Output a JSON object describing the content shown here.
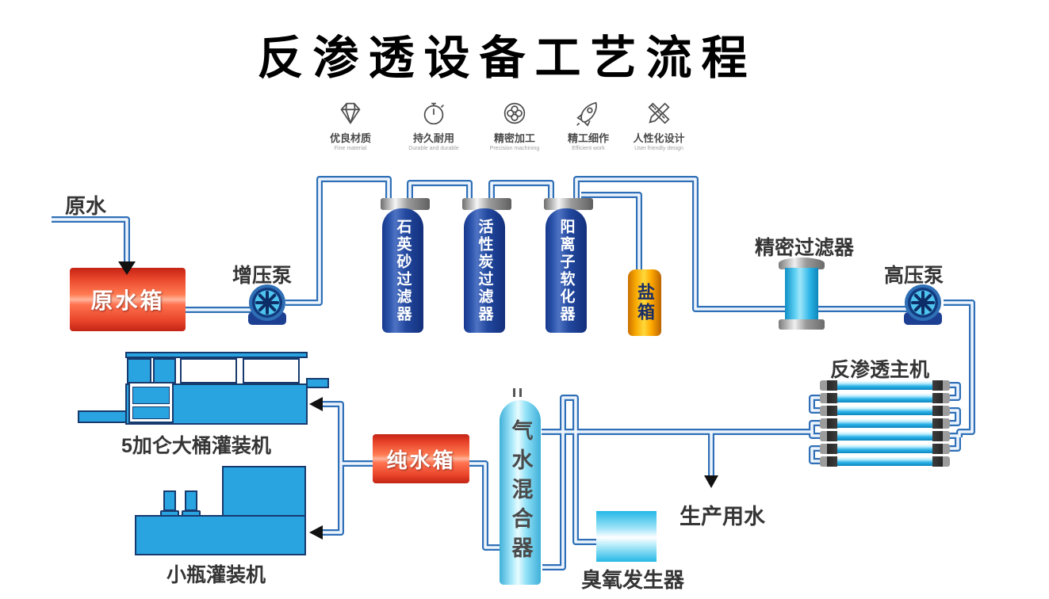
{
  "title": "反渗透设备工艺流程",
  "features": [
    {
      "icon": "diamond-icon",
      "label": "优良材质",
      "sub": "Fine material"
    },
    {
      "icon": "stopwatch-icon",
      "label": "持久耐用",
      "sub": "Durable and durable"
    },
    {
      "icon": "precision-icon",
      "label": "精密加工",
      "sub": "Precision machining"
    },
    {
      "icon": "rocket-icon",
      "label": "精工细作",
      "sub": "Efficient work"
    },
    {
      "icon": "design-icon",
      "label": "人性化设计",
      "sub": "User friendly design"
    }
  ],
  "nodes": {
    "raw_water": "原水",
    "raw_tank": "原水箱",
    "booster_pump": "增压泵",
    "quartz_filter": "石英砂过滤器",
    "carbon_filter": "活性炭过滤器",
    "softener": "阳离子软化器",
    "salt_tank": "盐箱",
    "precision_filter": "精密过滤器",
    "hp_pump": "高压泵",
    "ro_unit": "反渗透主机",
    "production_water": "生产用水",
    "mixer": "气水混合器",
    "ozone_generator": "臭氧发生器",
    "pure_tank": "纯水箱",
    "barrel_filler": "5加仑大桶灌装机",
    "bottle_filler": "小瓶灌装机"
  },
  "colors": {
    "pipe_outline": "#2e6fb7",
    "pipe_inner": "#eef5fd",
    "tank_blue": "#1f4496",
    "equipment_cyan": "#29a4e0",
    "hot_red": "#e8432a",
    "salt_orange": "#ffb400",
    "filter_cyan": "#29b6e8"
  }
}
